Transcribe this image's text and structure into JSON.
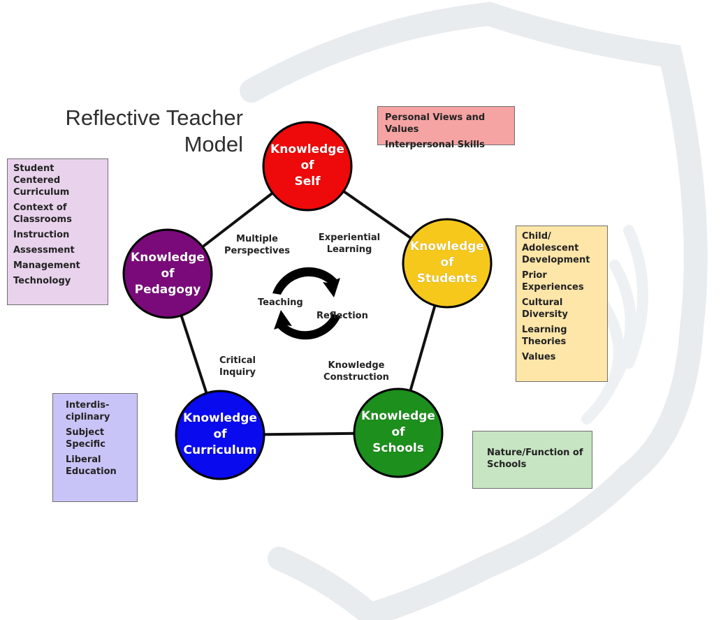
{
  "title": {
    "line1": "Reflective Teacher",
    "line2": "Model"
  },
  "nodes": {
    "self": {
      "lines": [
        "Knowledge",
        "of",
        "Self"
      ],
      "color": "#ee0a0a"
    },
    "students": {
      "lines": [
        "Knowledge",
        "of",
        "Students"
      ],
      "color": "#f6c81c"
    },
    "schools": {
      "lines": [
        "Knowledge",
        "of",
        "Schools"
      ],
      "color": "#1c8f1c"
    },
    "curriculum": {
      "lines": [
        "Knowledge",
        "of",
        "Curriculum"
      ],
      "color": "#0a0aee"
    },
    "pedagogy": {
      "lines": [
        "Knowledge",
        "of",
        "Pedagogy"
      ],
      "color": "#7a0a7a"
    }
  },
  "edges": {
    "self_students": [
      "Experiential",
      "Learning"
    ],
    "self_pedagogy": [
      "Multiple",
      "Perspectives"
    ],
    "pedagogy_curriculum": [
      "Critical",
      "Inquiry"
    ],
    "students_schools": [
      "Knowledge",
      "Construction"
    ]
  },
  "cycle": {
    "left": "Teaching",
    "right": "Reflection"
  },
  "boxes": {
    "self": {
      "items": [
        "Personal Views and Values",
        "Interpersonal Skills"
      ],
      "fill": "#f5a3a3"
    },
    "pedagogy": {
      "items": [
        "Student Centered Curriculum",
        "Context of Classrooms",
        "Instruction",
        "Assessment",
        "Management",
        "Technology"
      ],
      "fill": "#e8d2ec"
    },
    "students": {
      "items": [
        "Child/ Adolescent Development",
        "Prior Experiences",
        "Cultural Diversity",
        "Learning Theories",
        "Values"
      ],
      "fill": "#fde6a8"
    },
    "curriculum": {
      "items": [
        "Interdis- ciplinary",
        "Subject Specific",
        "Liberal Education"
      ],
      "fill": "#c9c4f7"
    },
    "schools": {
      "items": [
        "Nature/Function of Schools"
      ],
      "fill": "#c7e4c3"
    }
  }
}
